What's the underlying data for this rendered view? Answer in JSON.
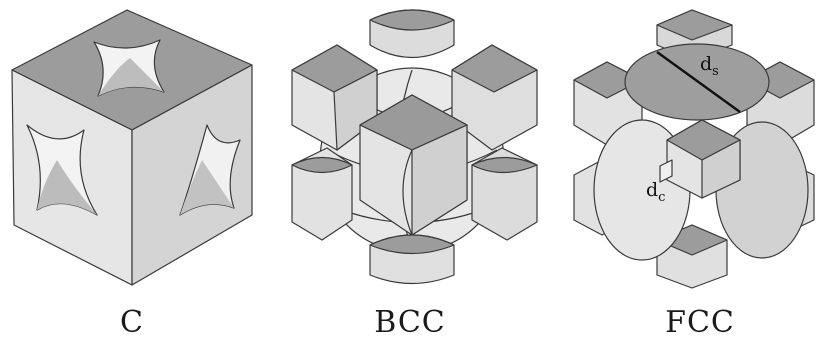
{
  "figures": [
    {
      "id": "C",
      "caption": "C"
    },
    {
      "id": "BCC",
      "caption": "BCC"
    },
    {
      "id": "FCC",
      "caption": "FCC",
      "annotations": {
        "sphere_diameter": {
          "base": "d",
          "sub": "s"
        },
        "channel_diameter": {
          "base": "d",
          "sub": "c"
        }
      }
    }
  ],
  "colors": {
    "face_top": "#9a9a9a",
    "face_left": "#e4e4e4",
    "face_right": "#d2d2d2",
    "edge": "#3a3a3a",
    "shade": "#b8b8b8"
  }
}
